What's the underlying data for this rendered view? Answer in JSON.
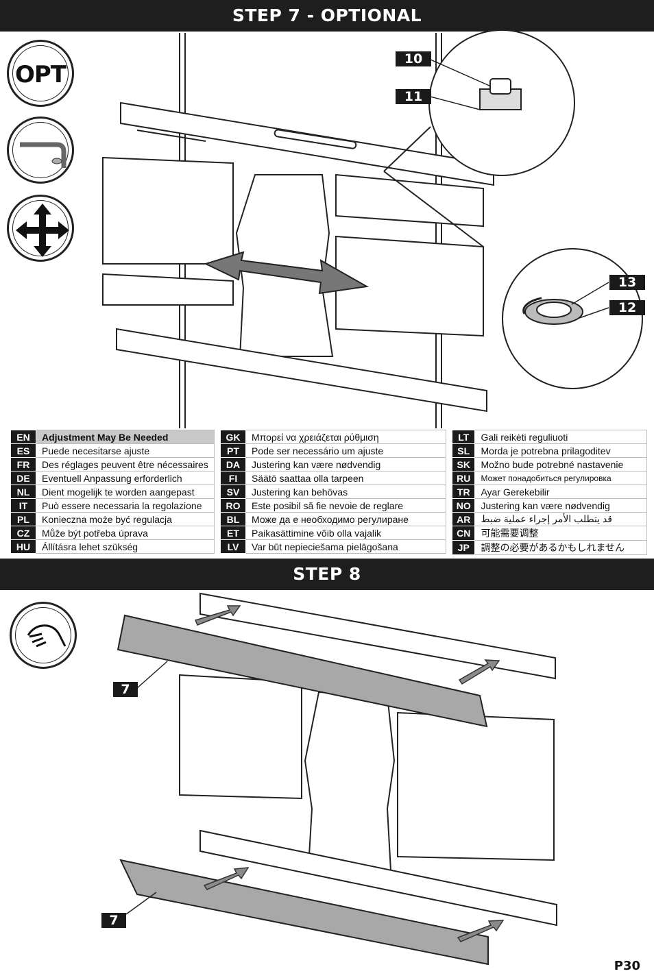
{
  "step7": {
    "title": "STEP 7 - OPTIONAL"
  },
  "step8": {
    "title": "STEP 8"
  },
  "icons": {
    "opt_label": "OPT",
    "names": [
      "opt-badge-icon",
      "hex-key-washer-icon",
      "four-way-arrows-icon",
      "hand-icon"
    ]
  },
  "callouts": {
    "c10": "10",
    "c11": "11",
    "c13": "13",
    "c12": "12",
    "c7a": "7",
    "c7b": "7"
  },
  "languages": {
    "col1": [
      {
        "code": "EN",
        "text": "Adjustment May Be Needed"
      },
      {
        "code": "ES",
        "text": "Puede necesitarse ajuste"
      },
      {
        "code": "FR",
        "text": "Des réglages peuvent être nécessaires"
      },
      {
        "code": "DE",
        "text": "Eventuell Anpassung erforderlich"
      },
      {
        "code": "NL",
        "text": "Dient mogelijk te worden aangepast"
      },
      {
        "code": "IT",
        "text": "Può essere necessaria la regolazione"
      },
      {
        "code": "PL",
        "text": "Konieczna może być regulacja"
      },
      {
        "code": "CZ",
        "text": "Může být potřeba úprava"
      },
      {
        "code": "HU",
        "text": "Állításra lehet szükség"
      }
    ],
    "col2": [
      {
        "code": "GK",
        "text": "Μπορεί να χρειάζεται ρύθμιση"
      },
      {
        "code": "PT",
        "text": "Pode ser necessário um ajuste"
      },
      {
        "code": "DA",
        "text": "Justering kan være nødvendig"
      },
      {
        "code": "FI",
        "text": "Säätö saattaa olla tarpeen"
      },
      {
        "code": "SV",
        "text": "Justering kan behövas"
      },
      {
        "code": "RO",
        "text": "Este posibil să fie nevoie de reglare"
      },
      {
        "code": "BL",
        "text": "Може да е необходимо регулиране"
      },
      {
        "code": "ET",
        "text": "Paikasättimine võib olla vajalik"
      },
      {
        "code": "LV",
        "text": "Var būt nepieciešama pielāgošana"
      }
    ],
    "col3": [
      {
        "code": "LT",
        "text": "Gali reikėti reguliuoti"
      },
      {
        "code": "SL",
        "text": "Morda je potrebna prilagoditev"
      },
      {
        "code": "SK",
        "text": "Možno bude potrebné nastavenie"
      },
      {
        "code": "RU",
        "text": "Может понадобиться регулировка"
      },
      {
        "code": "TR",
        "text": "Ayar Gerekebilir"
      },
      {
        "code": "NO",
        "text": "Justering kan være nødvendig"
      },
      {
        "code": "AR",
        "text": "قد يتطلب الأمر إجراء عملية ضبط"
      },
      {
        "code": "CN",
        "text": "可能需要调整"
      },
      {
        "code": "JP",
        "text": "調整の必要があるかもしれません"
      }
    ]
  },
  "page_number": "P30"
}
